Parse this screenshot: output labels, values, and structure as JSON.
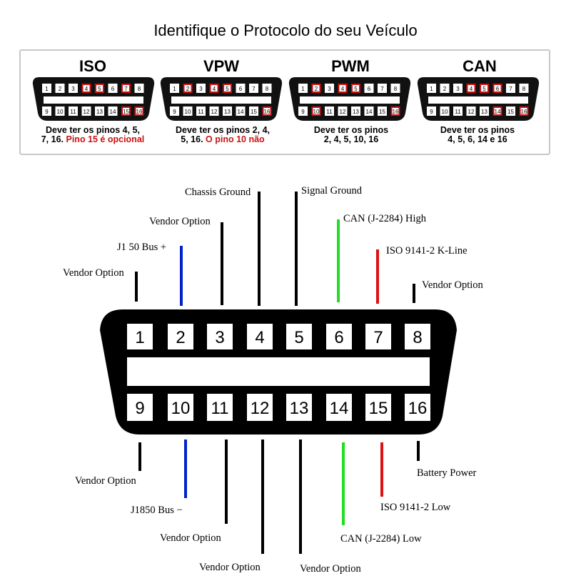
{
  "title": "Identifique o Protocolo do seu Veículo",
  "colors": {
    "black": "#000000",
    "blue": "#0022cc",
    "green": "#22dd22",
    "red": "#dd1111",
    "highlight": "#cc1111"
  },
  "protocols": [
    {
      "name": "ISO",
      "desc_line1": "Deve ter os pinos 4, 5,",
      "desc_line2_black": "7, 16.",
      "desc_line2_red": "Pino 15 é opcional",
      "highlighted_pins": [
        4,
        5,
        7,
        15,
        16
      ]
    },
    {
      "name": "VPW",
      "desc_line1": "Deve ter os pinos 2, 4,",
      "desc_line2_black": "5, 16.",
      "desc_line2_red": "O pino 10 não",
      "highlighted_pins": [
        2,
        4,
        5,
        16
      ]
    },
    {
      "name": "PWM",
      "desc_line1": "Deve ter os pinos",
      "desc_line2_black": "2, 4, 5, 10, 16",
      "desc_line2_red": "",
      "highlighted_pins": [
        2,
        4,
        5,
        10,
        16
      ]
    },
    {
      "name": "CAN",
      "desc_line1": "Deve ter os pinos",
      "desc_line2_black": "4, 5, 6, 14 e 16",
      "desc_line2_red": "",
      "highlighted_pins": [
        4,
        5,
        6,
        14,
        16
      ]
    }
  ],
  "pins_top": [
    "1",
    "2",
    "3",
    "4",
    "5",
    "6",
    "7",
    "8"
  ],
  "pins_bottom": [
    "9",
    "10",
    "11",
    "12",
    "13",
    "14",
    "15",
    "16"
  ],
  "labels": {
    "pin1": "Vendor Option",
    "pin2": "J1  50 Bus +",
    "pin3": "Vendor Option",
    "pin4": "Chassis Ground",
    "pin5": "Signal Ground",
    "pin6": "CAN (J-2284) High",
    "pin7": "ISO 9141-2 K-Line",
    "pin8": "Vendor Option",
    "pin9": "Vendor Option",
    "pin10": "J1850 Bus −",
    "pin11": "Vendor Option",
    "pin12": "Vendor Option",
    "pin13": "Vendor Option",
    "pin14": "CAN (J-2284) Low",
    "pin15": "ISO 9141-2 Low",
    "pin16": "Battery Power"
  }
}
